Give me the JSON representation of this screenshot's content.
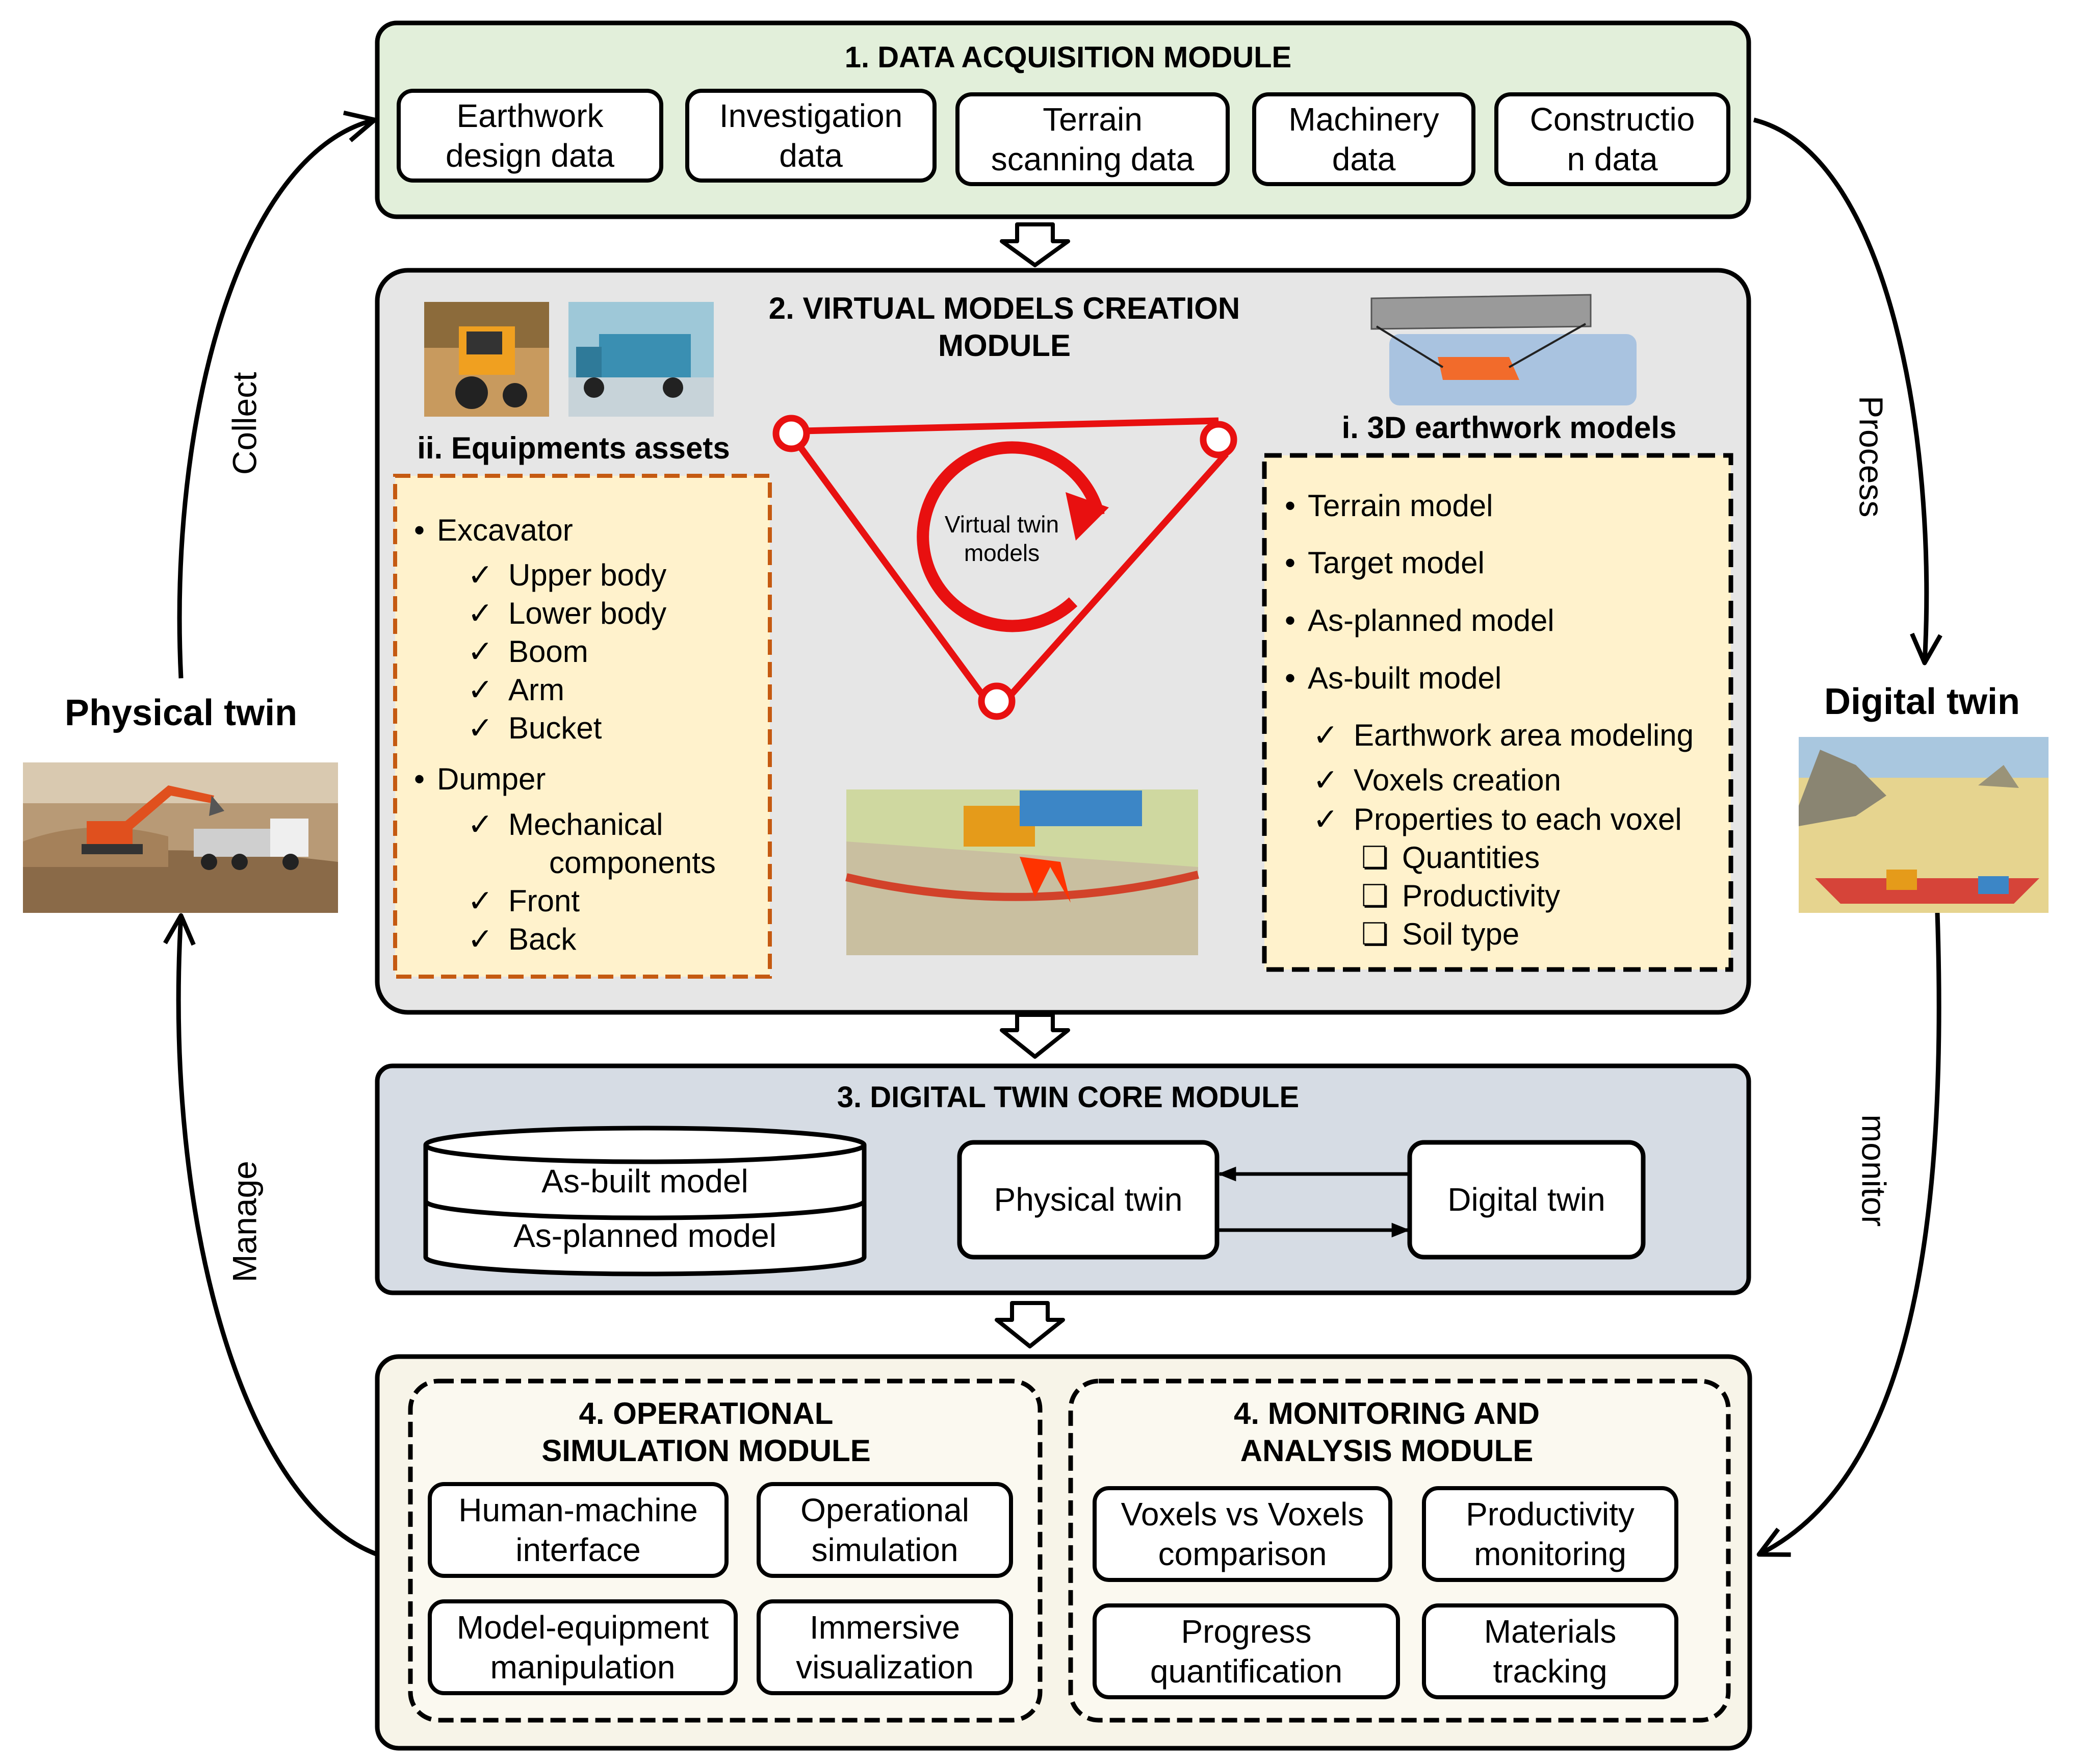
{
  "side": {
    "physical_title": "Physical twin",
    "digital_title": "Digital twin",
    "collect": "Collect",
    "process": "Process",
    "manage": "Manage",
    "monitor": "monitor"
  },
  "module1": {
    "title": "1. DATA ACQUISITION MODULE",
    "boxes": [
      "Earthwork\ndesign data",
      "Investigation\ndata",
      "Terrain\nscanning data",
      "Machinery\ndata",
      "Constructio\nn data"
    ]
  },
  "module2": {
    "title": "2. VIRTUAL MODELS CREATION\nMODULE",
    "equipments_title": "ii. Equipments assets",
    "earthwork_title": "i. 3D earthwork models",
    "cycle_label": "Virtual twin\nmodels",
    "equipments": [
      {
        "type": "bullet",
        "text": "Excavator"
      },
      {
        "type": "check",
        "text": "Upper body"
      },
      {
        "type": "check",
        "text": "Lower body"
      },
      {
        "type": "check",
        "text": "Boom"
      },
      {
        "type": "check",
        "text": "Arm"
      },
      {
        "type": "check",
        "text": "Bucket"
      },
      {
        "type": "bullet",
        "text": "Dumper"
      },
      {
        "type": "check",
        "text": "Mechanical"
      },
      {
        "type": "cont",
        "text": "components"
      },
      {
        "type": "check",
        "text": "Front"
      },
      {
        "type": "check",
        "text": "Back"
      }
    ],
    "earthwork": [
      {
        "type": "bullet",
        "text": "Terrain model"
      },
      {
        "type": "bullet",
        "text": "Target model"
      },
      {
        "type": "bullet",
        "text": "As-planned model"
      },
      {
        "type": "bullet",
        "text": "As-built model"
      },
      {
        "type": "check",
        "text": "Earthwork area modeling"
      },
      {
        "type": "check",
        "text": "Voxels creation"
      },
      {
        "type": "check",
        "text": "Properties to each voxel"
      },
      {
        "type": "square",
        "text": "Quantities"
      },
      {
        "type": "square",
        "text": "Productivity"
      },
      {
        "type": "square",
        "text": "Soil type"
      }
    ]
  },
  "module3": {
    "title": "3. DIGITAL TWIN CORE MODULE",
    "db_top": "As-built model",
    "db_bottom": "As-planned model",
    "physical": "Physical twin",
    "digital": "Digital twin"
  },
  "module4a": {
    "title": "4. OPERATIONAL\nSIMULATION MODULE",
    "boxes": [
      "Human-machine\ninterface",
      "Operational\nsimulation",
      "Model-equipment\nmanipulation",
      "Immersive\nvisualization"
    ]
  },
  "module4b": {
    "title": "4. MONITORING AND\nANALYSIS MODULE",
    "boxes": [
      "Voxels vs Voxels\ncomparison",
      "Productivity\nmonitoring",
      "Progress\nquantification",
      "Materials\ntracking"
    ]
  },
  "colors": {
    "module1_fill": "#e2efda",
    "module2_fill": "#e6e6e6",
    "module3_fill": "#d6dce4",
    "module4_fill": "#f7f4e8",
    "list_fill": "#fff2cc",
    "equip_border": "#c55a11",
    "cycle_red": "#e81010"
  }
}
